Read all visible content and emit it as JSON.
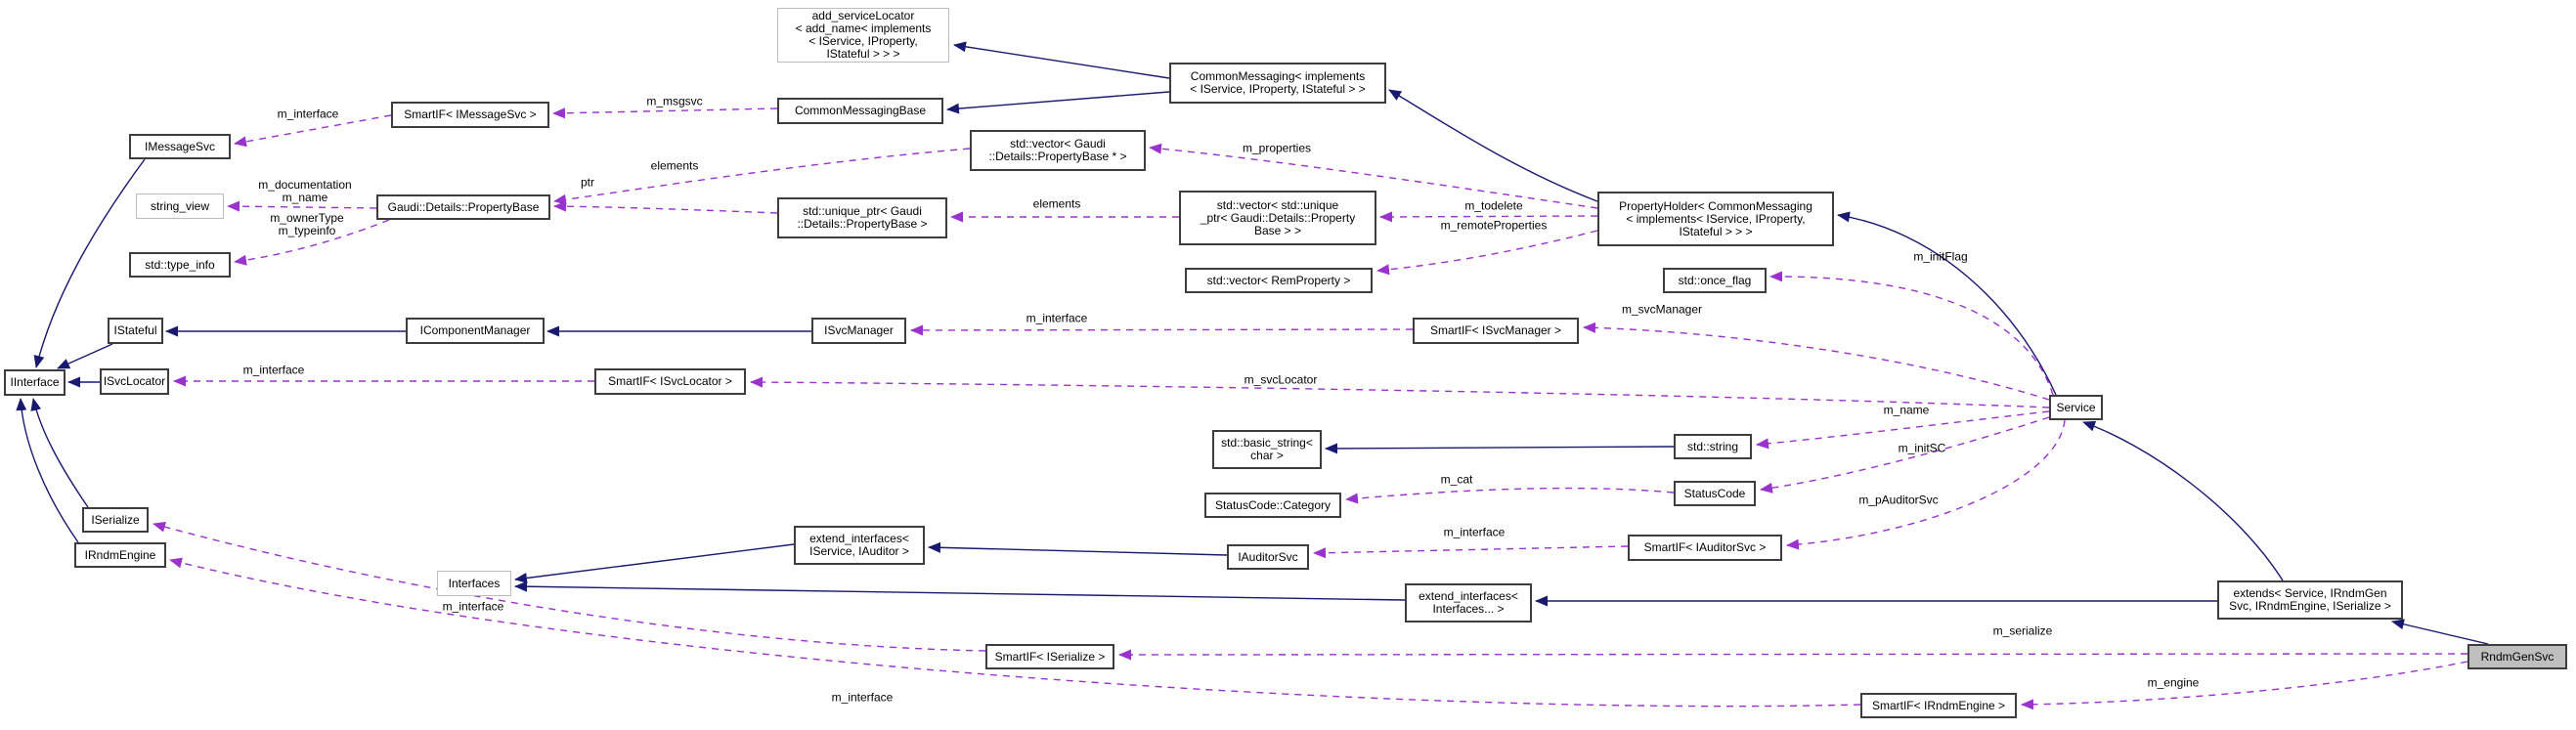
{
  "diagram": {
    "kind": "class-collaboration-graph",
    "highlighted_node": "RndmGenSvc",
    "colors": {
      "background": "#ffffff",
      "inheritance_edge": "#191970",
      "usage_edge": "#9a32cd",
      "node_border": "#3d3d3d",
      "template_node_border": "#bdbdbd",
      "highlighted_node_fill": "#bfbfbf",
      "text": "#000000"
    },
    "nodes": [
      {
        "id": "add_serviceLocator",
        "label": "add_serviceLocator\n< add_name< implements\n< IService, IProperty,\nIStateful > > >"
      },
      {
        "id": "CommonMessaging",
        "label": "CommonMessaging< implements\n< IService, IProperty, IStateful > >"
      },
      {
        "id": "SmartIF_IMessageSvc",
        "label": "SmartIF< IMessageSvc >"
      },
      {
        "id": "CommonMessagingBase",
        "label": "CommonMessagingBase"
      },
      {
        "id": "IMessageSvc",
        "label": "IMessageSvc"
      },
      {
        "id": "vector_PropertyBase_ptr",
        "label": "std::vector< Gaudi\n::Details::PropertyBase * >"
      },
      {
        "id": "string_view",
        "label": "string_view"
      },
      {
        "id": "PropertyBase",
        "label": "Gaudi::Details::PropertyBase"
      },
      {
        "id": "unique_ptr_PropertyBase",
        "label": "std::unique_ptr< Gaudi\n::Details::PropertyBase >"
      },
      {
        "id": "vector_unique_ptr",
        "label": "std::vector< std::unique\n_ptr< Gaudi::Details::Property\nBase > >"
      },
      {
        "id": "PropertyHolder",
        "label": "PropertyHolder< CommonMessaging\n< implements< IService, IProperty,\nIStateful > > >"
      },
      {
        "id": "type_info",
        "label": "std::type_info"
      },
      {
        "id": "vector_RemProperty",
        "label": "std::vector< RemProperty >"
      },
      {
        "id": "once_flag",
        "label": "std::once_flag"
      },
      {
        "id": "IStateful",
        "label": "IStateful"
      },
      {
        "id": "IComponentManager",
        "label": "IComponentManager"
      },
      {
        "id": "ISvcManager",
        "label": "ISvcManager"
      },
      {
        "id": "SmartIF_ISvcManager",
        "label": "SmartIF< ISvcManager >"
      },
      {
        "id": "IInterface",
        "label": "IInterface"
      },
      {
        "id": "ISvcLocator",
        "label": "ISvcLocator"
      },
      {
        "id": "SmartIF_ISvcLocator",
        "label": "SmartIF< ISvcLocator >"
      },
      {
        "id": "Service",
        "label": "Service"
      },
      {
        "id": "basic_string",
        "label": "std::basic_string<\nchar >"
      },
      {
        "id": "std_string",
        "label": "std::string"
      },
      {
        "id": "StatusCode_Category",
        "label": "StatusCode::Category"
      },
      {
        "id": "StatusCode",
        "label": "StatusCode"
      },
      {
        "id": "extend_interfaces_IService_IAuditor",
        "label": "extend_interfaces<\nIService, IAuditor >"
      },
      {
        "id": "IAuditorSvc",
        "label": "IAuditorSvc"
      },
      {
        "id": "SmartIF_IAuditorSvc",
        "label": "SmartIF< IAuditorSvc >"
      },
      {
        "id": "Interfaces",
        "label": "Interfaces"
      },
      {
        "id": "extend_interfaces_Interfaces",
        "label": "extend_interfaces<\nInterfaces... >"
      },
      {
        "id": "extends_Service",
        "label": "extends< Service, IRndmGen\nSvc, IRndmEngine, ISerialize >"
      },
      {
        "id": "ISerialize",
        "label": "ISerialize"
      },
      {
        "id": "IRndmEngine",
        "label": "IRndmEngine"
      },
      {
        "id": "SmartIF_ISerialize",
        "label": "SmartIF< ISerialize >"
      },
      {
        "id": "RndmGenSvc",
        "label": "RndmGenSvc"
      },
      {
        "id": "SmartIF_IRndmEngine",
        "label": "SmartIF< IRndmEngine >"
      }
    ],
    "edges": [
      {
        "from": "CommonMessaging",
        "to": "add_serviceLocator",
        "type": "inheritance",
        "label": ""
      },
      {
        "from": "CommonMessaging",
        "to": "CommonMessagingBase",
        "type": "inheritance",
        "label": ""
      },
      {
        "from": "PropertyHolder",
        "to": "CommonMessaging",
        "type": "inheritance",
        "label": ""
      },
      {
        "from": "Service",
        "to": "PropertyHolder",
        "type": "inheritance",
        "label": ""
      },
      {
        "from": "IMessageSvc",
        "to": "IInterface",
        "type": "inheritance",
        "label": ""
      },
      {
        "from": "IStateful",
        "to": "IInterface",
        "type": "inheritance",
        "label": ""
      },
      {
        "from": "ISvcLocator",
        "to": "IInterface",
        "type": "inheritance",
        "label": ""
      },
      {
        "from": "IComponentManager",
        "to": "IStateful",
        "type": "inheritance",
        "label": ""
      },
      {
        "from": "ISvcManager",
        "to": "IComponentManager",
        "type": "inheritance",
        "label": ""
      },
      {
        "from": "ISerialize",
        "to": "IInterface",
        "type": "inheritance",
        "label": ""
      },
      {
        "from": "IRndmEngine",
        "to": "IInterface",
        "type": "inheritance",
        "label": ""
      },
      {
        "from": "IAuditorSvc",
        "to": "extend_interfaces_IService_IAuditor",
        "type": "inheritance",
        "label": ""
      },
      {
        "from": "extend_interfaces_IService_IAuditor",
        "to": "Interfaces",
        "type": "inheritance",
        "label": ""
      },
      {
        "from": "extend_interfaces_Interfaces",
        "to": "Interfaces",
        "type": "inheritance",
        "label": ""
      },
      {
        "from": "extends_Service",
        "to": "extend_interfaces_Interfaces",
        "type": "inheritance",
        "label": ""
      },
      {
        "from": "extends_Service",
        "to": "Service",
        "type": "inheritance",
        "label": ""
      },
      {
        "from": "RndmGenSvc",
        "to": "extends_Service",
        "type": "inheritance",
        "label": ""
      },
      {
        "from": "std_string",
        "to": "basic_string",
        "type": "inheritance",
        "label": ""
      },
      {
        "from": "CommonMessagingBase",
        "to": "SmartIF_IMessageSvc",
        "type": "usage",
        "label": "m_msgsvc"
      },
      {
        "from": "SmartIF_IMessageSvc",
        "to": "IMessageSvc",
        "type": "usage",
        "label": "m_interface"
      },
      {
        "from": "PropertyBase",
        "to": "string_view",
        "type": "usage",
        "label": "m_documentation\nm_name"
      },
      {
        "from": "PropertyBase",
        "to": "type_info",
        "type": "usage",
        "label": "m_ownerType\nm_typeinfo"
      },
      {
        "from": "vector_PropertyBase_ptr",
        "to": "PropertyBase",
        "type": "usage",
        "label": "elements"
      },
      {
        "from": "unique_ptr_PropertyBase",
        "to": "PropertyBase",
        "type": "usage",
        "label": "ptr"
      },
      {
        "from": "vector_unique_ptr",
        "to": "unique_ptr_PropertyBase",
        "type": "usage",
        "label": "elements"
      },
      {
        "from": "PropertyHolder",
        "to": "vector_PropertyBase_ptr",
        "type": "usage",
        "label": "m_properties"
      },
      {
        "from": "PropertyHolder",
        "to": "vector_unique_ptr",
        "type": "usage",
        "label": "m_todelete"
      },
      {
        "from": "PropertyHolder",
        "to": "vector_RemProperty",
        "type": "usage",
        "label": "m_remoteProperties"
      },
      {
        "from": "Service",
        "to": "once_flag",
        "type": "usage",
        "label": "m_initFlag"
      },
      {
        "from": "SmartIF_ISvcManager",
        "to": "ISvcManager",
        "type": "usage",
        "label": "m_interface"
      },
      {
        "from": "Service",
        "to": "SmartIF_ISvcManager",
        "type": "usage",
        "label": "m_svcManager"
      },
      {
        "from": "SmartIF_ISvcLocator",
        "to": "ISvcLocator",
        "type": "usage",
        "label": "m_interface"
      },
      {
        "from": "Service",
        "to": "SmartIF_ISvcLocator",
        "type": "usage",
        "label": "m_svcLocator"
      },
      {
        "from": "Service",
        "to": "std_string",
        "type": "usage",
        "label": "m_name"
      },
      {
        "from": "Service",
        "to": "StatusCode",
        "type": "usage",
        "label": "m_initSC"
      },
      {
        "from": "StatusCode",
        "to": "StatusCode_Category",
        "type": "usage",
        "label": "m_cat"
      },
      {
        "from": "Service",
        "to": "SmartIF_IAuditorSvc",
        "type": "usage",
        "label": "m_pAuditorSvc"
      },
      {
        "from": "SmartIF_IAuditorSvc",
        "to": "IAuditorSvc",
        "type": "usage",
        "label": "m_interface"
      },
      {
        "from": "SmartIF_ISerialize",
        "to": "ISerialize",
        "type": "usage",
        "label": "m_interface"
      },
      {
        "from": "RndmGenSvc",
        "to": "SmartIF_ISerialize",
        "type": "usage",
        "label": "m_serialize"
      },
      {
        "from": "RndmGenSvc",
        "to": "SmartIF_IRndmEngine",
        "type": "usage",
        "label": "m_engine"
      },
      {
        "from": "SmartIF_IRndmEngine",
        "to": "IRndmEngine",
        "type": "usage",
        "label": "m_interface"
      }
    ]
  }
}
